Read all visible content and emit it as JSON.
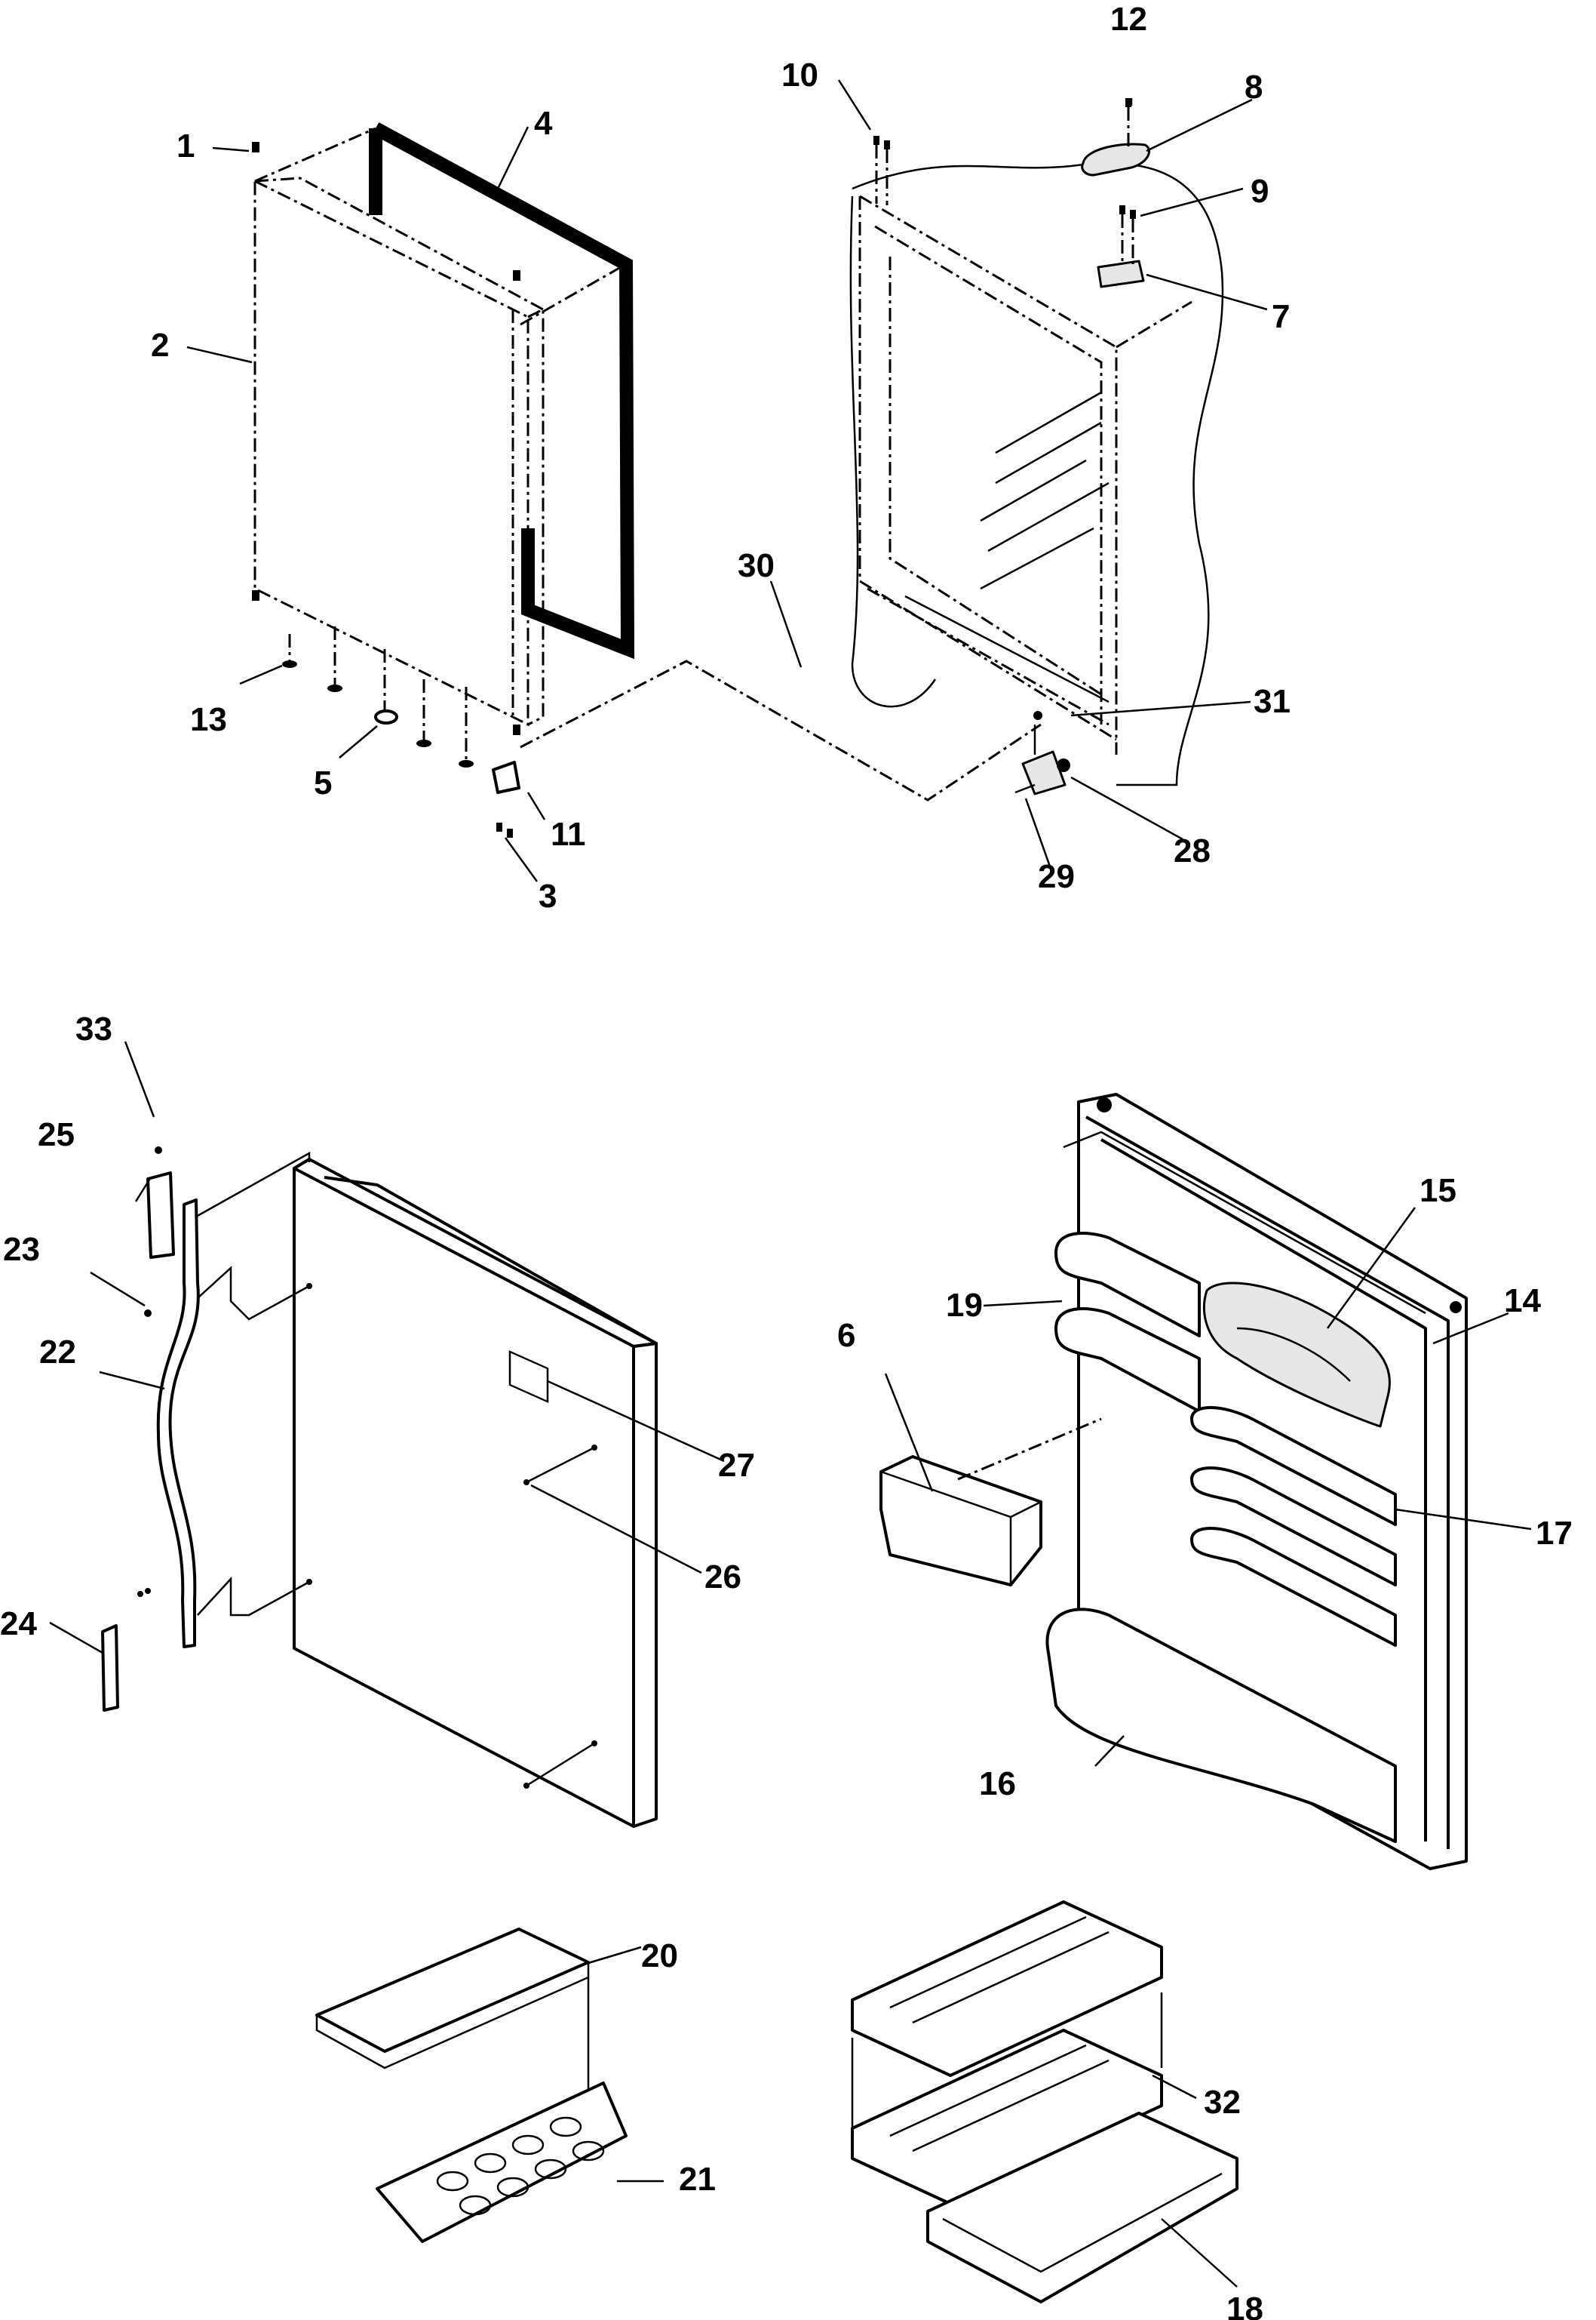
{
  "diagram": {
    "type": "exploded-parts-view",
    "callouts": [
      "1",
      "2",
      "3",
      "4",
      "5",
      "6",
      "7",
      "8",
      "9",
      "10",
      "11",
      "12",
      "13",
      "14",
      "15",
      "16",
      "17",
      "18",
      "19",
      "20",
      "21",
      "22",
      "23",
      "24",
      "25",
      "26",
      "27",
      "28",
      "29",
      "30",
      "31",
      "32",
      "33"
    ]
  }
}
